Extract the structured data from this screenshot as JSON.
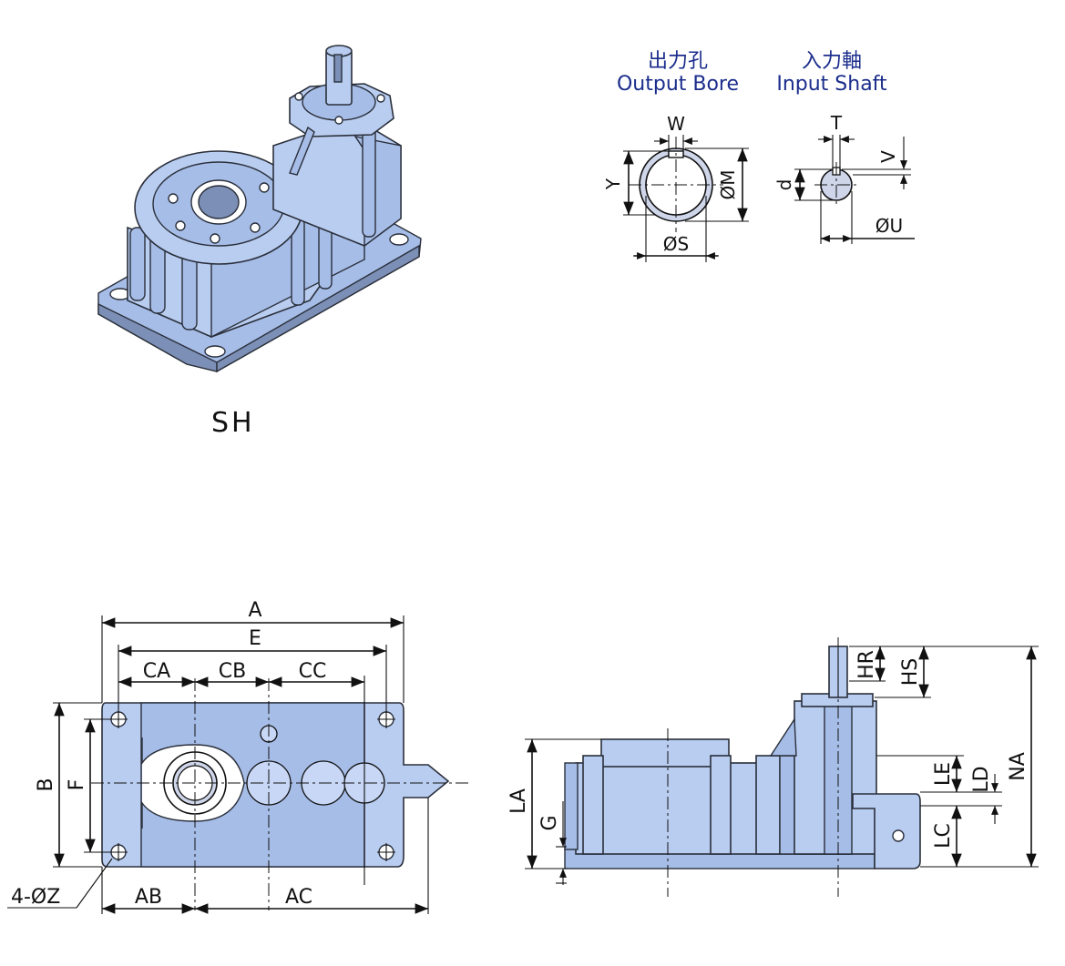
{
  "model_label": "SH",
  "output_bore": {
    "title_cn": "出力孔",
    "title_en": "Output Bore",
    "labels": {
      "w": "W",
      "y": "Y",
      "m": "ØM",
      "s": "ØS"
    }
  },
  "input_shaft": {
    "title_cn": "入力軸",
    "title_en": "Input Shaft",
    "labels": {
      "t": "T",
      "v": "V",
      "d": "d",
      "u": "ØU"
    }
  },
  "plan_view": {
    "labels": {
      "a": "A",
      "e": "E",
      "ca": "CA",
      "cb": "CB",
      "cc": "CC",
      "b": "B",
      "f": "F",
      "z": "4-ØZ",
      "ab": "AB",
      "ac": "AC"
    }
  },
  "side_view": {
    "labels": {
      "hr": "HR",
      "hs": "HS",
      "la": "LA",
      "g": "G",
      "le": "LE",
      "ld": "LD",
      "na": "NA",
      "lc": "LC"
    }
  },
  "colors": {
    "body": "#b9cdf1",
    "caption": "#1b2d8c"
  }
}
